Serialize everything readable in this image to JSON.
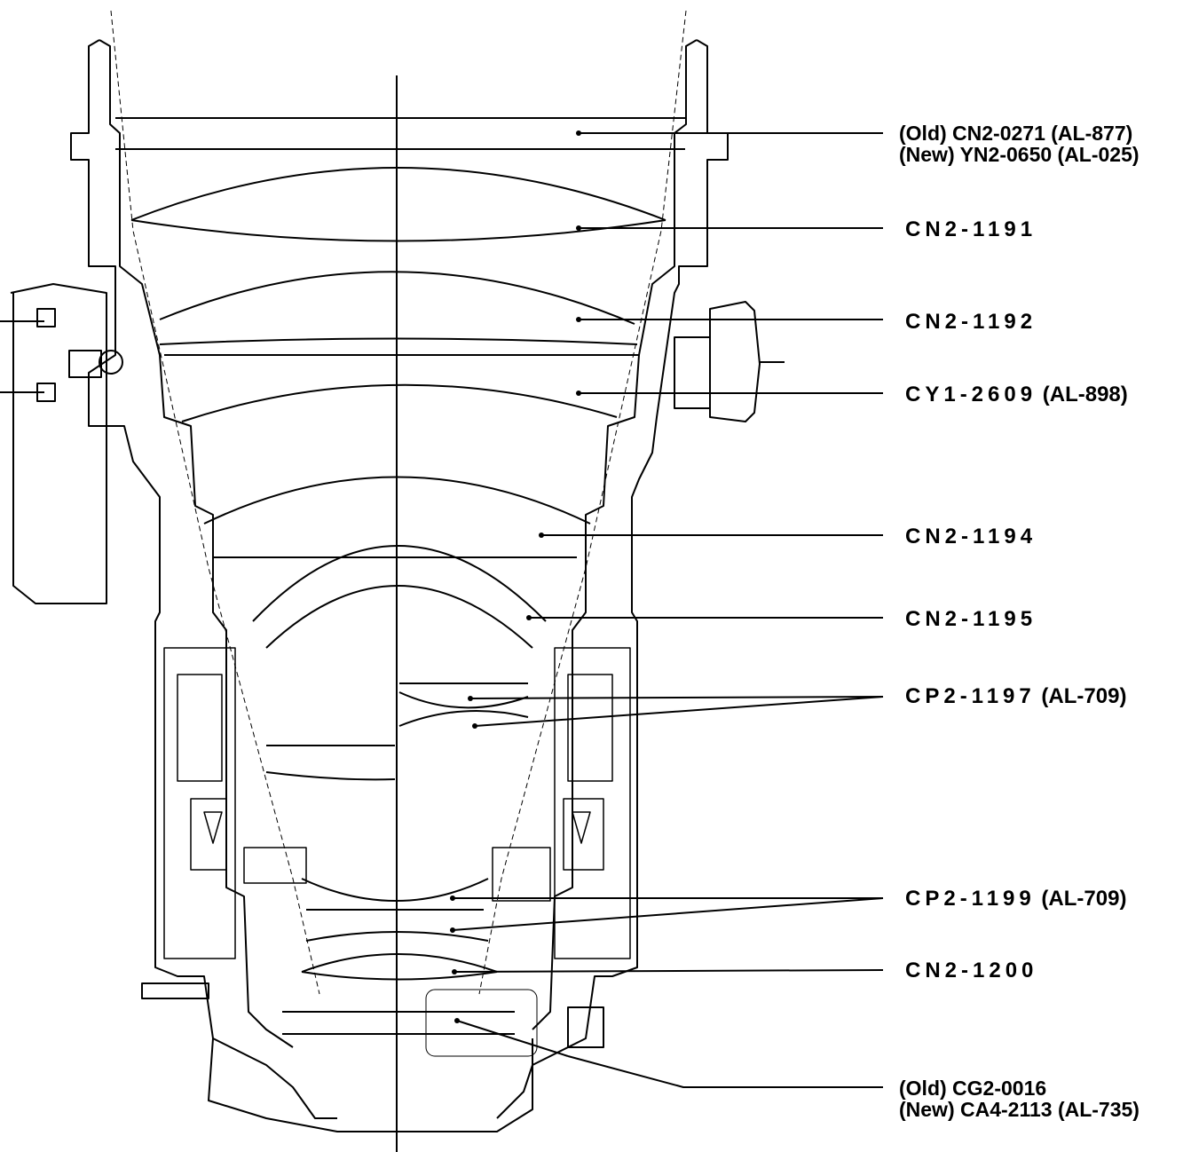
{
  "labels": [
    {
      "id": "lens-1",
      "lines": [
        "(Old)  CN2-0271 (AL-877)",
        "(New) YN2-0650 (AL-025)"
      ]
    },
    {
      "id": "lens-2",
      "text": "CN2-1191"
    },
    {
      "id": "lens-3",
      "text": "CN2-1192"
    },
    {
      "id": "lens-4",
      "code": "CY1-2609",
      "note": "(AL-898)"
    },
    {
      "id": "lens-5",
      "text": "CN2-1194"
    },
    {
      "id": "lens-6",
      "text": "CN2-1195"
    },
    {
      "id": "lens-7",
      "code": "CP2-1197",
      "note": "(AL-709)"
    },
    {
      "id": "lens-8",
      "code": "CP2-1199",
      "note": "(AL-709)"
    },
    {
      "id": "lens-9",
      "text": "CN2-1200"
    },
    {
      "id": "lens-10",
      "lines": [
        "(Old)  CG2-0016",
        "(New) CA4-2113 (AL-735)"
      ]
    }
  ],
  "colors": {
    "ink": "#000000",
    "paper": "#ffffff"
  }
}
